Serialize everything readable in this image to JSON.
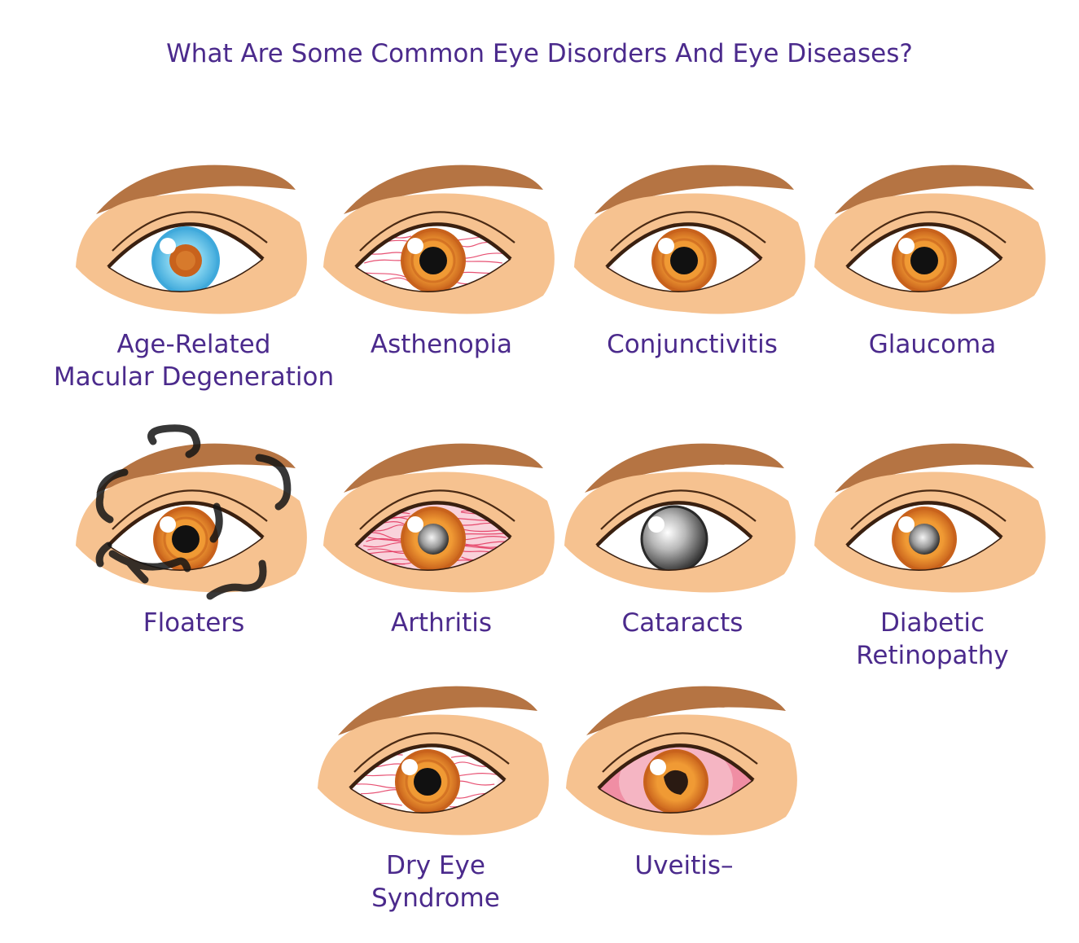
{
  "title": "What Are Some Common Eye Disorders And Eye Diseases?",
  "colors": {
    "title_text": "#4b2a8c",
    "skin": "#f6c290",
    "brow": "#b57443",
    "iris_outer": "#c8621c",
    "iris_light": "#f09a34",
    "amd_iris": "#3fa9db",
    "redness": "#e3325a"
  },
  "panels": [
    {
      "id": "amd",
      "label_lines": [
        "Age-Related",
        "Macular Degeneration"
      ],
      "variant": "amd"
    },
    {
      "id": "asthenopia",
      "label_lines": [
        "Asthenopia"
      ],
      "variant": "veins"
    },
    {
      "id": "conjunctivitis",
      "label_lines": [
        "Conjunctivitis"
      ],
      "variant": "pink-corner"
    },
    {
      "id": "glaucoma",
      "label_lines": [
        "Glaucoma"
      ],
      "variant": "normal"
    },
    {
      "id": "floaters",
      "label_lines": [
        "Floaters"
      ],
      "variant": "floaters"
    },
    {
      "id": "arthritis",
      "label_lines": [
        "Arthritis"
      ],
      "variant": "arthritis"
    },
    {
      "id": "cataracts",
      "label_lines": [
        "Cataracts"
      ],
      "variant": "cataract"
    },
    {
      "id": "diabetic-retinopathy",
      "label_lines": [
        "Diabetic",
        "Retinopathy"
      ],
      "variant": "grey-pupil"
    },
    {
      "id": "dry-eye",
      "label_lines": [
        "Dry Eye",
        "Syndrome"
      ],
      "variant": "dry"
    },
    {
      "id": "uveitis",
      "label_lines": [
        "Uveitis–"
      ],
      "variant": "uveitis"
    }
  ]
}
